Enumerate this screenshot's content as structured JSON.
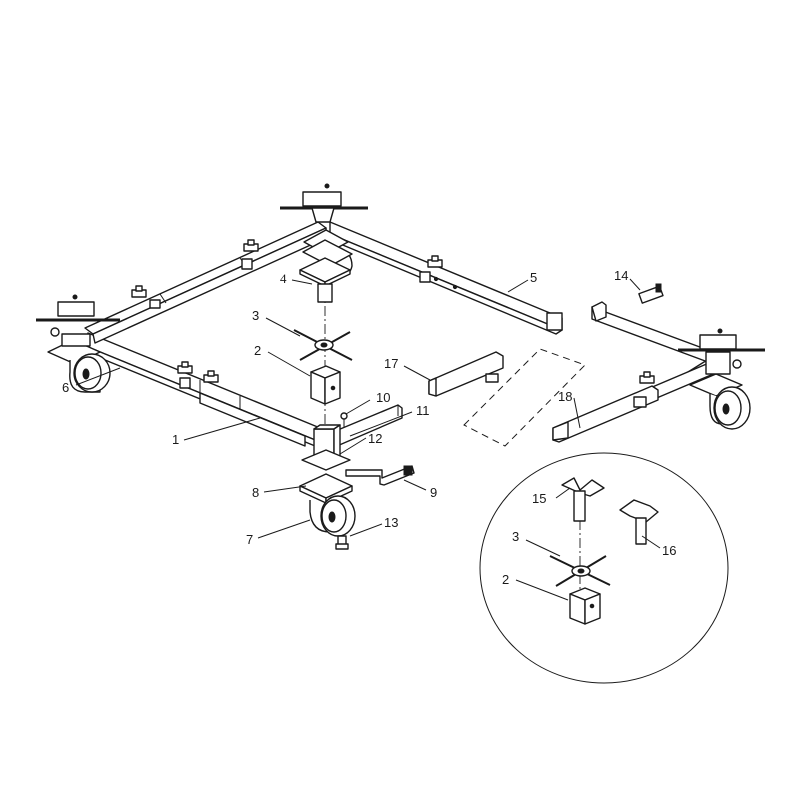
{
  "diagram": {
    "callouts": {
      "c1": "1",
      "c2": "2",
      "c3": "3",
      "c4": "4",
      "c5": "5",
      "c6": "6",
      "c7": "7",
      "c8": "8",
      "c9": "9",
      "c10": "10",
      "c11": "11",
      "c12": "12",
      "c13": "13",
      "c14": "14",
      "c17": "17",
      "c18": "18"
    },
    "detail_callouts": {
      "c15": "15",
      "c3": "3",
      "c16": "16",
      "c2": "2"
    }
  }
}
